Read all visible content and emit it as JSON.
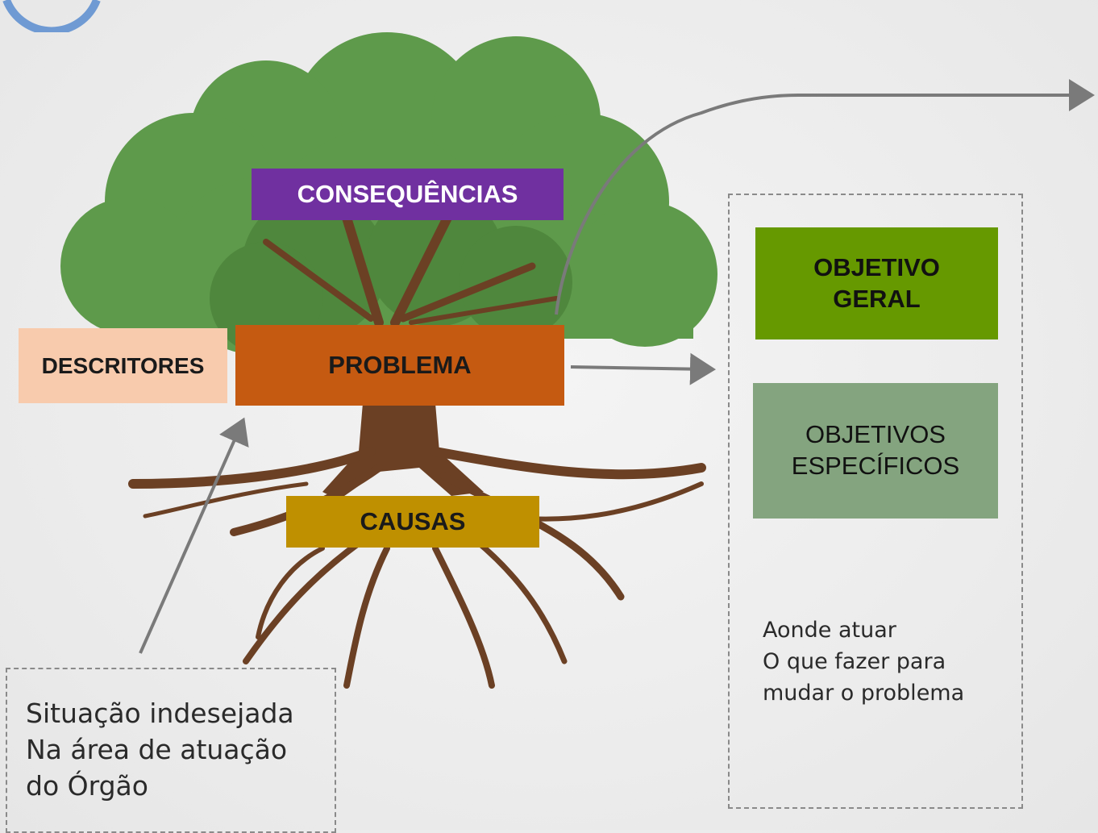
{
  "diagram": {
    "consequencias": "CONSEQUÊNCIAS",
    "problema": "PROBLEMA",
    "descritores": "DESCRITORES",
    "causas": "CAUSAS",
    "objetivo_geral": [
      "OBJETIVO",
      "GERAL"
    ],
    "objetivos_especificos": [
      "OBJETIVOS",
      "ESPECÍFICOS"
    ],
    "right_note": [
      "Aonde atuar",
      "O que fazer para",
      "mudar o problema"
    ],
    "left_note": [
      "Situação indesejada",
      "Na área de atuação",
      "do Órgão"
    ]
  },
  "colors": {
    "consequencias": "#7030a0",
    "problema": "#c55a11",
    "descritores": "#f8cbad",
    "causas": "#bf9000",
    "objetivo_geral": "#669900",
    "objetivos_especificos": "#84a47f",
    "tree_canopy": "#5e9a4b",
    "tree_trunk": "#6b4024",
    "arrow": "#7a7a7a"
  }
}
